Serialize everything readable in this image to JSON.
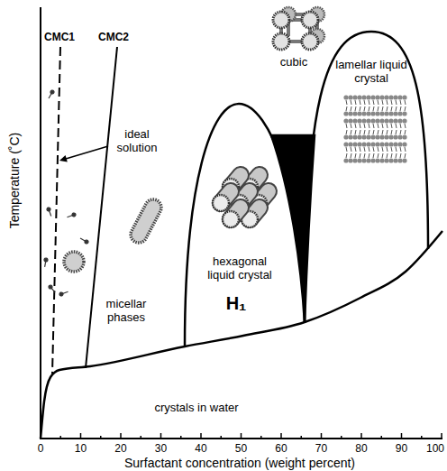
{
  "diagram": {
    "nodes": [
      {
        "text": [
          "hexagonal liquid crystal",
          "H₁"
        ]
      },
      {
        "text": [
          "cubic"
        ]
      },
      {
        "text": [
          "lamellar liquid crystal"
        ]
      },
      {
        "text": [
          "crystals in water"
        ]
      }
    ],
    "edges": [],
    "labels": [
      "CMC1",
      "CMC2",
      "ideal solution",
      "micellar phases",
      "Temperature (˚C)",
      "0",
      "10",
      "20",
      "30",
      "40",
      "50",
      "60",
      "70",
      "80",
      "90",
      "100",
      "Surfactant concentration (weight percent)"
    ]
  }
}
